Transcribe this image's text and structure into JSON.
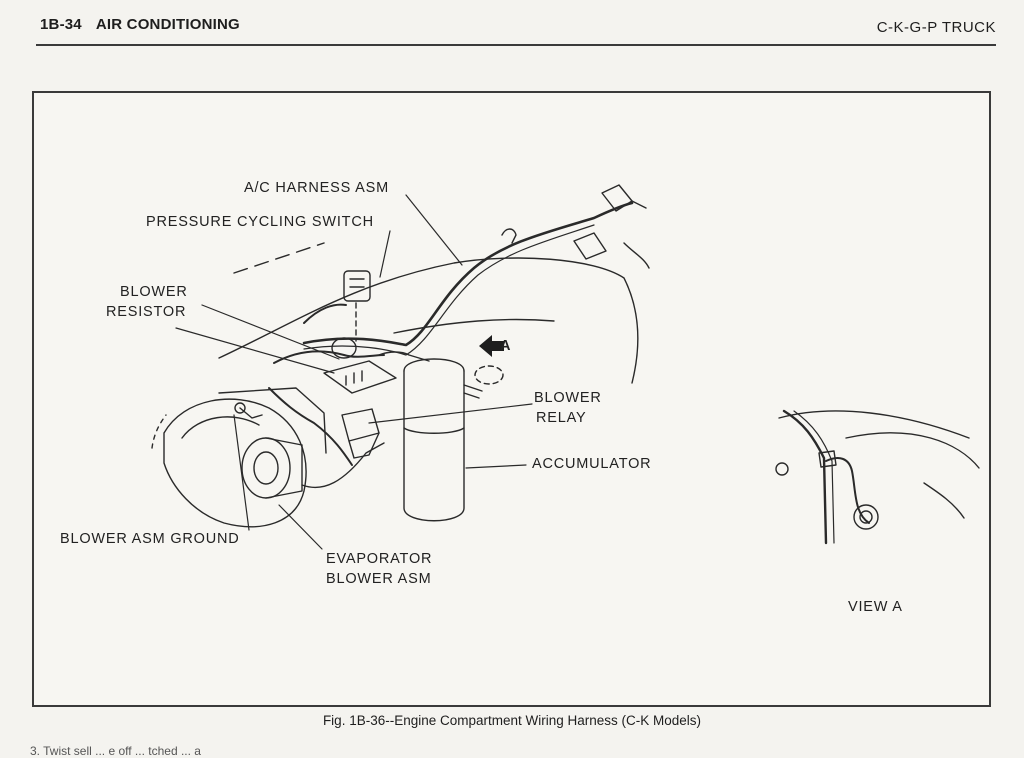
{
  "header": {
    "page_number": "1B-34",
    "section_title": "AIR CONDITIONING",
    "vehicle": "C-K-G-P TRUCK"
  },
  "diagram": {
    "labels": {
      "ac_harness": "A/C HARNESS ASM",
      "pressure_switch": "PRESSURE CYCLING SWITCH",
      "blower_resistor_1": "BLOWER",
      "blower_resistor_2": "RESISTOR",
      "view_arrow": "A",
      "blower_relay_1": "BLOWER",
      "blower_relay_2": "RELAY",
      "accumulator": "ACCUMULATOR",
      "blower_ground": "BLOWER ASM GROUND",
      "evaporator_1": "EVAPORATOR",
      "evaporator_2": "BLOWER ASM",
      "view_a": "VIEW A"
    }
  },
  "caption": "Fig. 1B-36--Engine Compartment Wiring Harness (C-K Models)",
  "bottom_text": "3. Twist sell ... e off ... tched ... a"
}
